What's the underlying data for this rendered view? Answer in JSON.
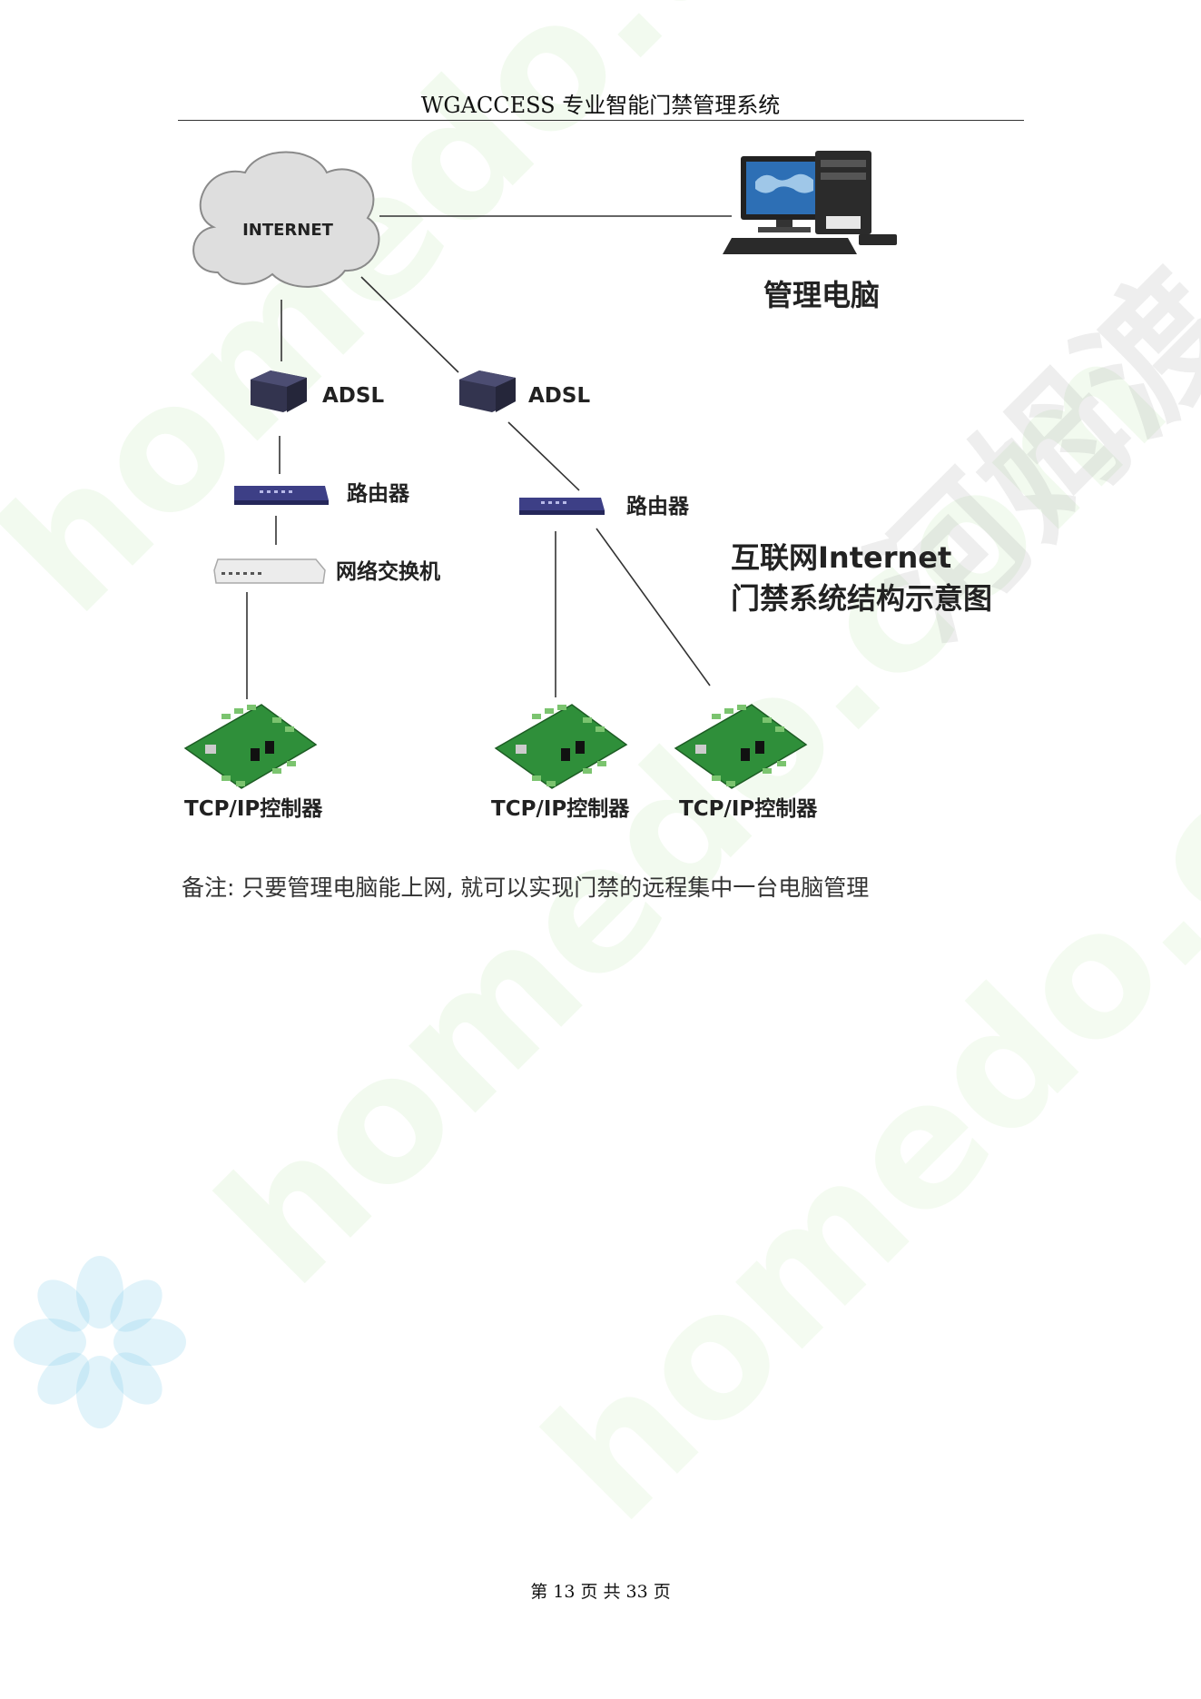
{
  "header": {
    "title": "WGACCESS 专业智能门禁管理系统"
  },
  "diagram": {
    "cloud_label": "INTERNET",
    "pc_label": "管理电脑",
    "adsl_left": "ADSL",
    "adsl_right": "ADSL",
    "router_left": "路由器",
    "router_right": "路由器",
    "switch_label": "网络交换机",
    "title_line1": "互联网Internet",
    "title_line2": "门禁系统结构示意图",
    "controller_1": "TCP/IP控制器",
    "controller_2": "TCP/IP控制器",
    "controller_3": "TCP/IP控制器",
    "watermark_cn": "河姆渡",
    "watermark_en": "homedo.com"
  },
  "note": "备注: 只要管理电脑能上网, 就可以实现门禁的远程集中一台电脑管理",
  "footer": {
    "page_text": "第 13 页 共 33 页"
  },
  "colors": {
    "board": "#2f8f3a",
    "device": "#3a3a6a",
    "cloud": "#d8d8d8"
  }
}
